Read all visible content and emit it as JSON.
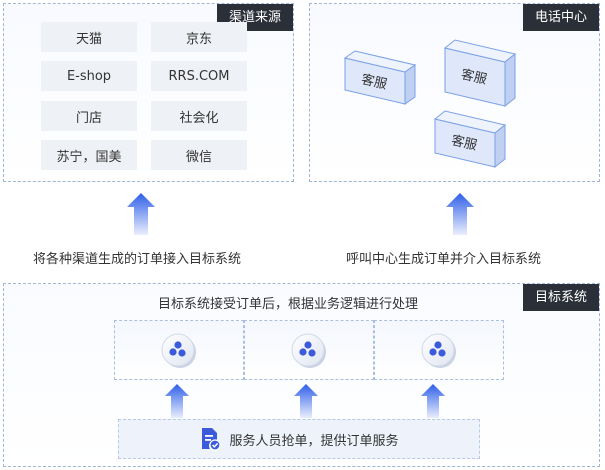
{
  "channels": {
    "tag": "渠道来源",
    "items": [
      "天猫",
      "京东",
      "E-shop",
      "RRS.COM",
      "门店",
      "社会化",
      "苏宁，国美",
      "微信"
    ]
  },
  "call_center": {
    "tag": "电话中心",
    "boxes": [
      "客服",
      "客服",
      "客服"
    ]
  },
  "captions": {
    "left": "将各种渠道生成的订单接入目标系统",
    "right": "呼叫中心生成订单并介入目标系统"
  },
  "target_system": {
    "tag": "目标系统",
    "description": "目标系统接受订单后，根据业务逻辑进行处理"
  },
  "service": {
    "label": "服务人员抢单，提供订单服务",
    "icon": "document-check-icon"
  },
  "colors": {
    "arrow": "#3d6cf0",
    "tag_bg": "#2b2f38",
    "box_face": "#dfe8fb",
    "box_side": "#bfd0f3",
    "box_border": "#7aa0e6",
    "accent": "#3b5bdb"
  }
}
